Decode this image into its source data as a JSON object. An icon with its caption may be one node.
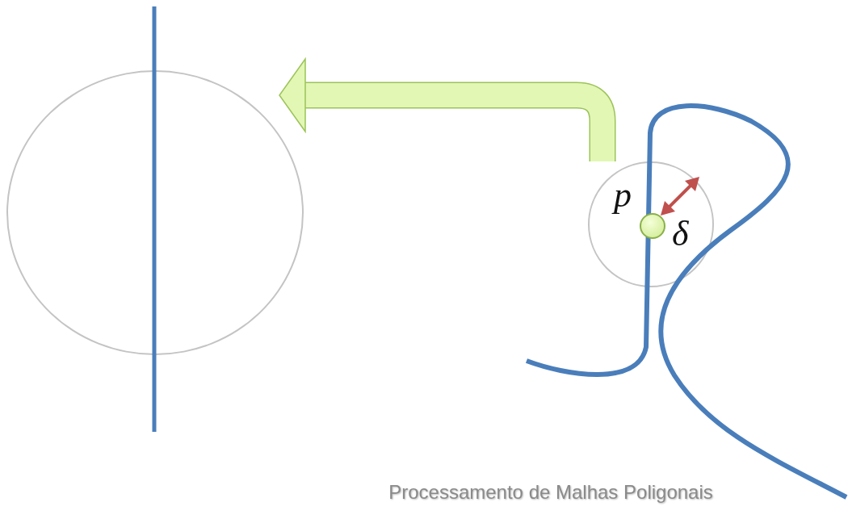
{
  "diagram": {
    "nodes": [
      {
        "text": [],
        "shape": "circle"
      },
      {
        "text": [],
        "shape": "circle"
      },
      {
        "text": [],
        "shape": "circle",
        "in": 1
      }
    ],
    "edges": [
      {
        "from": 1,
        "to": 0,
        "arrow": "to"
      }
    ],
    "labels": [
      "p",
      "δ",
      "Processamento de Malhas Poligonais"
    ]
  }
}
